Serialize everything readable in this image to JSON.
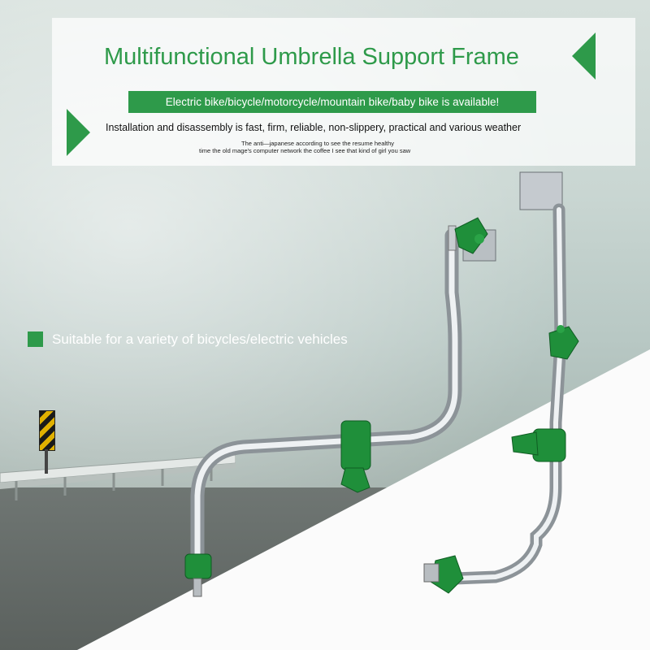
{
  "header": {
    "title": "Multifunctional Umbrella Support Frame",
    "banner": "Electric bike/bicycle/motorcycle/mountain bike/baby bike is available!",
    "subtitle": "Installation and disassembly is fast, firm, reliable, non-slippery, practical and various weather",
    "fine_print_1": "The anti—japanese according to see the resume healthy",
    "fine_print_2": "time the old mage's computer network the coffee I see that kind of girl you saw"
  },
  "feature": {
    "text": "Suitable for a variety of bicycles/electric vehicles"
  },
  "colors": {
    "accent_green": "#2e9a4a",
    "clamp_green": "#1f8f3a",
    "steel": "#c9ced2"
  }
}
